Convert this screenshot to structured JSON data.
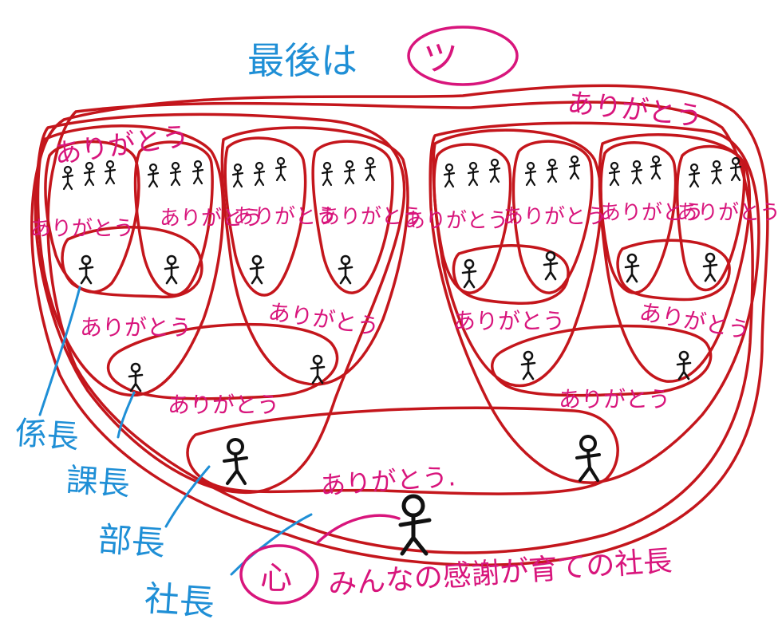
{
  "title": {
    "text": "最後は",
    "face": "ツ"
  },
  "thanks": {
    "top": "ありがとう",
    "top_right": "ありがとう",
    "group_labels": [
      "ありがとう",
      "ありがとう",
      "ありがとう",
      "ありがとう",
      "ありがとう",
      "ありがとう",
      "ありがとう",
      "ありがとう"
    ],
    "pair_labels": [
      "ありがとう",
      "ありがとう",
      "ありがとう",
      "ありがとう"
    ],
    "section_labels": [
      "ありがとう",
      "ありがとう"
    ],
    "final": "ありがとう."
  },
  "roles": {
    "section_chief": "係長",
    "manager": "課長",
    "department_head": "部長",
    "president": "社長"
  },
  "bottom_caption": {
    "heart": "心",
    "text": "みんなの感謝が育ての社長"
  },
  "colors": {
    "loop": "#c4161c",
    "pink_text": "#d8157c",
    "blue_text": "#1f8fd6",
    "figure": "#111111"
  }
}
